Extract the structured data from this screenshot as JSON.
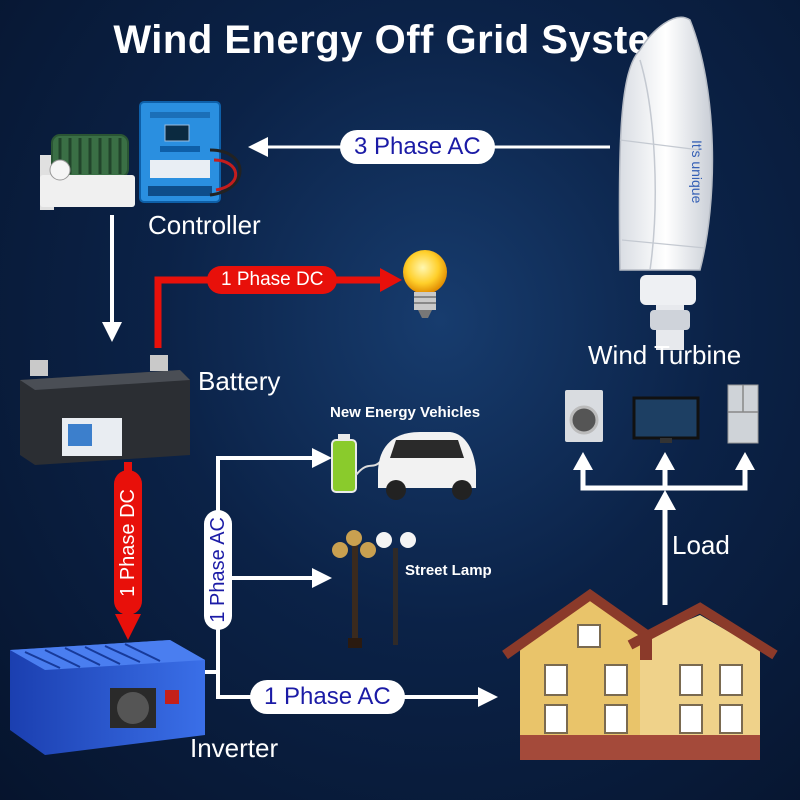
{
  "title": "Wind Energy Off Grid System",
  "labels": {
    "controller": "Controller",
    "battery": "Battery",
    "inverter": "Inverter",
    "wind_turbine": "Wind Turbine",
    "load": "Load",
    "new_energy_vehicles": "New Energy Vehicles",
    "street_lamp": "Street Lamp"
  },
  "flows": {
    "three_phase_ac": "3  Phase AC",
    "one_phase_dc_light": "1 Phase DC",
    "one_phase_dc_battery": "1 Phase DC",
    "one_phase_ac_vertical": "1 Phase AC",
    "one_phase_ac_house": "1 Phase AC"
  },
  "turbine_text": "It's unique",
  "colors": {
    "background": "#0b2247",
    "arrow_white": "#ffffff",
    "arrow_red": "#e8100a",
    "pill_text_blue": "#1b1ba6"
  }
}
